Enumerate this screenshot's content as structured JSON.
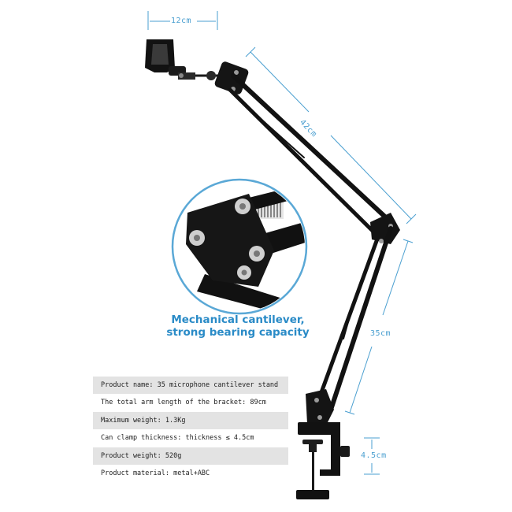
{
  "dimensions": {
    "clip_width": "12cm",
    "upper_arm": "42cm",
    "lower_arm": "35cm",
    "clamp_depth": "4.5cm"
  },
  "callout": {
    "line1": "Mechanical cantilever,",
    "line2": "strong bearing capacity"
  },
  "specs": [
    "Product name: 35 microphone cantilever stand",
    "The total arm length of the bracket: 89cm",
    "Maximum weight: 1.3Kg",
    "Can clamp thickness: thickness ≤ 4.5cm",
    "Product weight: 520g",
    "Product material: metal+ABC"
  ],
  "colors": {
    "accent": "#4a9fd0",
    "callout": "#2a8bc7",
    "metal": "#141414",
    "table_shade": "#e3e3e3"
  }
}
